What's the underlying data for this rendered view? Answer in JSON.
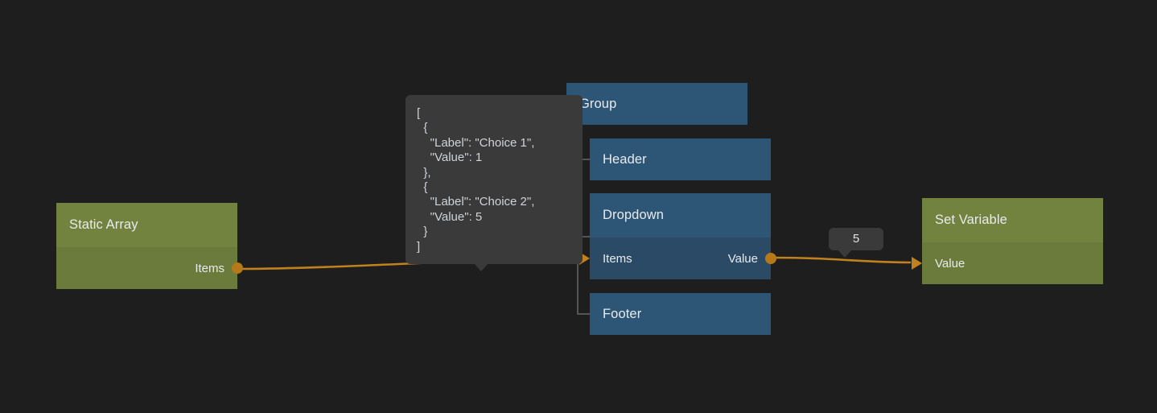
{
  "canvas": {
    "background": "#1e1e1e",
    "edge_color": "#c1821d",
    "port_color": "#b5791a",
    "tree_line_color": "#555555"
  },
  "nodes": {
    "static_array": {
      "title": "Static Array",
      "accent": "#72833f",
      "body": "#6a7b3c",
      "output_port": "Items"
    },
    "group": {
      "title": "Group",
      "accent": "#2d5576"
    },
    "header": {
      "title": "Header",
      "accent": "#2d5576"
    },
    "dropdown": {
      "title": "Dropdown",
      "accent": "#2d5576",
      "body": "#2a4a66",
      "input_port": "Items",
      "output_port": "Value"
    },
    "footer": {
      "title": "Footer",
      "accent": "#2d5576"
    },
    "set_variable": {
      "title": "Set Variable",
      "accent": "#72833f",
      "body": "#6a7b3c",
      "input_port": "Value"
    }
  },
  "tooltips": {
    "items_preview": "[\n  {\n    \"Label\": \"Choice 1\",\n    \"Value\": 1\n  },\n  {\n    \"Label\": \"Choice 2\",\n    \"Value\": 5\n  }\n]",
    "value_preview": "5"
  }
}
